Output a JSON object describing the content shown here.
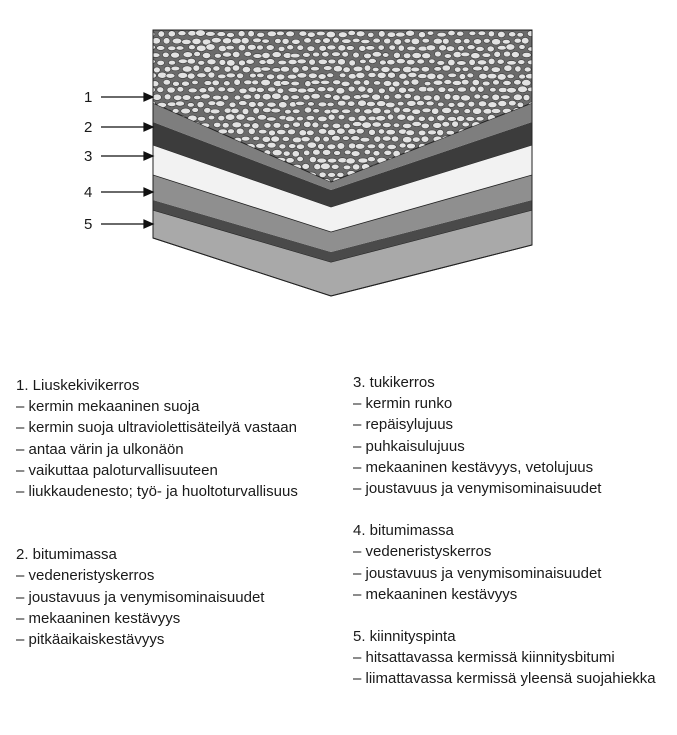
{
  "diagram": {
    "callouts": [
      "1",
      "2",
      "3",
      "4",
      "5"
    ],
    "colors": {
      "stone_surface": "#6b6b6b",
      "stone": "#e3e3e3",
      "bitumen_dark": "#3c3c3c",
      "layer_mid": "#7e7e7e",
      "carrier_white": "#f2f2f2",
      "layer_grey": "#8f8f8f",
      "base_grey": "#a9a9a9",
      "outline": "#222222"
    }
  },
  "legend": {
    "left": [
      {
        "title": "1. Liuskekivikerros",
        "items": [
          "– kermin mekaaninen suoja",
          "– kermin suoja ultraviolettisäteilyä vastaan",
          "– antaa värin ja ulkonäön",
          "– vaikuttaa paloturvallisuuteen",
          "– liukkaudenesto; työ- ja huoltoturvallisuus"
        ]
      },
      {
        "title": "2. bitumimassa",
        "items": [
          "– vedeneristyskerros",
          "– joustavuus ja venymisominaisuudet",
          "– mekaaninen kestävyys",
          "– pitkäaikaiskestävyys"
        ]
      }
    ],
    "right": [
      {
        "title": "3. tukikerros",
        "items": [
          "– kermin runko",
          "– repäisylujuus",
          "– puhkaisulujuus",
          "– mekaaninen kestävyys, vetolujuus",
          "– joustavuus ja venymisominaisuudet"
        ]
      },
      {
        "title": "4. bitumimassa",
        "items": [
          "– vedeneristyskerros",
          "– joustavuus ja venymisominaisuudet",
          "– mekaaninen kestävyys"
        ]
      },
      {
        "title": "5. kiinnityspinta",
        "items": [
          "– hitsattavassa kermissä kiinnitysbitumi",
          "– liimattavassa kermissä yleensä suojahiekka"
        ]
      }
    ]
  }
}
